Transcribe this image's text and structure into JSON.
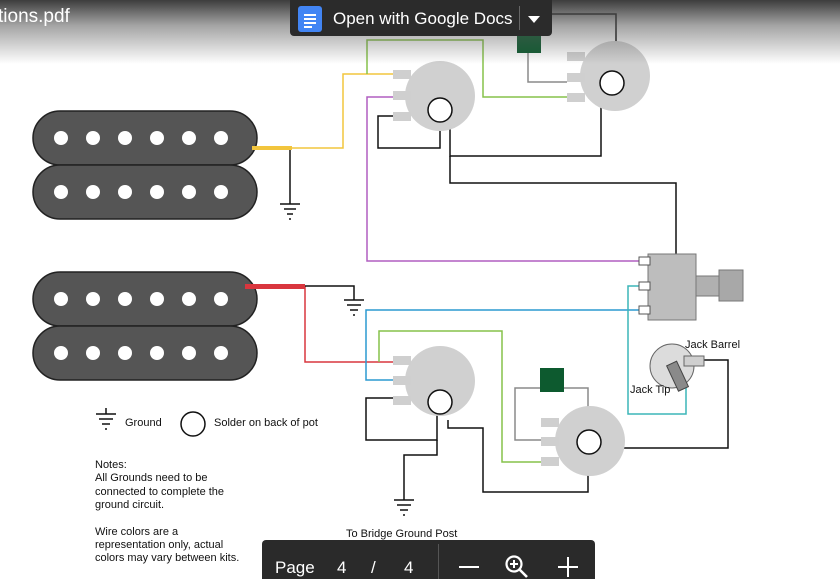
{
  "viewer": {
    "title": "tions.pdf",
    "open_with_label": "Open with Google Docs"
  },
  "diagram": {
    "labels": {
      "jack_barrel": "Jack Barrel",
      "jack_tip": "Jack Tip",
      "bridge_ground": "To Bridge Ground Post"
    },
    "legend": {
      "ground": "Ground",
      "solder": "Solder on back of pot"
    },
    "notes": [
      "Notes:",
      "All Grounds need to be",
      "connected to complete the",
      "ground circuit.",
      "",
      "Wire colors are a",
      "representation only, actual",
      "colors may vary between kits."
    ],
    "wire_colors": {
      "yellow": "#f2c53d",
      "red": "#d9363e",
      "green": "#86c24a",
      "purple": "#b05fc0",
      "blue": "#2b9ad0",
      "teal": "#3bb6b8",
      "black": "#111111",
      "gray": "#8a8a8a",
      "capacitor": "#0d5a2f"
    }
  },
  "pager": {
    "label": "Page",
    "current": "4",
    "separator": "/",
    "total": "4"
  }
}
